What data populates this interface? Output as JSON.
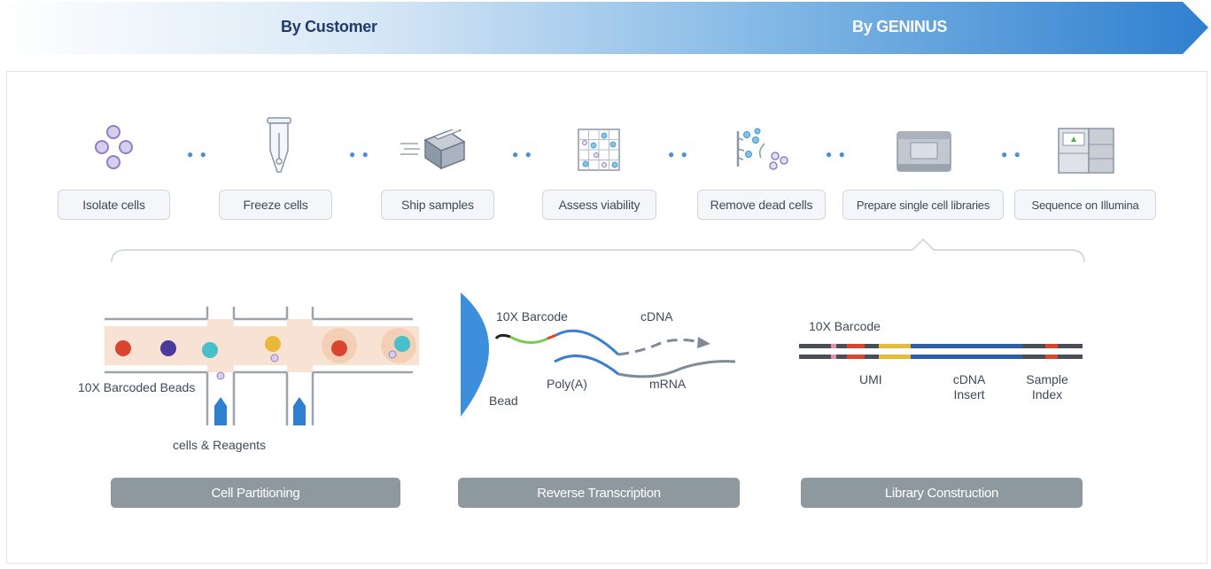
{
  "banner": {
    "left_label": "By Customer",
    "right_label": "By GENINUS",
    "gradient_start": "#ffffff",
    "gradient_end": "#2f80d0"
  },
  "steps": [
    {
      "label": "Isolate cells",
      "icon": "cells-icon"
    },
    {
      "label": "Freeze cells",
      "icon": "tube-icon"
    },
    {
      "label": "Ship samples",
      "icon": "box-icon"
    },
    {
      "label": "Assess viability",
      "icon": "grid-icon"
    },
    {
      "label": "Remove dead cells",
      "icon": "magnet-icon"
    },
    {
      "label": "Prepare single cell libraries",
      "icon": "instrument-icon"
    },
    {
      "label": "Sequence on Illumina",
      "icon": "sequencer-icon"
    }
  ],
  "partitioning": {
    "beads_label": "10X Barcoded Beads",
    "reagents_label": "cells & Reagents",
    "stage_label": "Cell Partitioning"
  },
  "transcription": {
    "barcode_label": "10X Barcode",
    "cdna_label": "cDNA",
    "polya_label": "Poly(A)",
    "mrna_label": "mRNA",
    "bead_label": "Bead",
    "stage_label": "Reverse Transcription"
  },
  "library": {
    "barcode_label": "10X Barcode",
    "umi_label": "UMI",
    "insert_label_1": "cDNA",
    "insert_label_2": "Insert",
    "index_label_1": "Sample",
    "index_label_2": "Index",
    "stage_label": "Library Construction"
  },
  "colors": {
    "accent_blue": "#2f80d0",
    "bead_red": "#d9452f",
    "bead_purple": "#4b3a9a",
    "bead_teal": "#49c0c9",
    "bead_yellow": "#e8b93a",
    "stage_gray": "#8d989f"
  }
}
